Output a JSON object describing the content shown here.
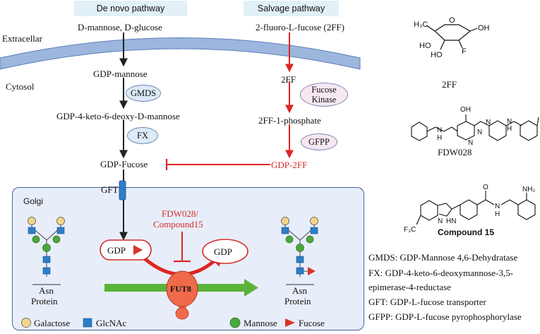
{
  "headers": {
    "de_novo": "De novo pathway",
    "salvage": "Salvage pathway"
  },
  "compartments": {
    "extracellular": "Extracellar",
    "cytosol": "Cytosol",
    "golgi": "Golgi"
  },
  "de_novo": {
    "start": "D-mannose, D-glucose",
    "gdp_mannose": "GDP-mannose",
    "enzyme1": "GMDS",
    "intermediate": "GDP-4-keto-6-deoxy-D-mannose",
    "enzyme2": "FX",
    "gdp_fucose": "GDP-Fucose"
  },
  "salvage": {
    "start": "2-fluoro-L-fucose (2FF)",
    "ff": "2FF",
    "enzyme1_line1": "Fucose",
    "enzyme1_line2": "Kinase",
    "ff_phosphate": "2FF-1-phosphate",
    "enzyme2": "GFPP",
    "gdp_2ff": "GDP-2FF"
  },
  "golgi": {
    "transporter": "GFT",
    "inhibitor_line1": "FDW028/",
    "inhibitor_line2": "Compound15",
    "gdp_fucose_label": "GDP",
    "gdp_label": "GDP",
    "enzyme": "FUT8",
    "asn_left": "Asn",
    "protein_left": "Protein",
    "asn_right": "Asn",
    "protein_right": "Protein"
  },
  "structures": {
    "ff_label": "2FF",
    "ff_ch3": "H₃C",
    "ff_o": "O",
    "ff_oh": "OH",
    "ff_ho1": "HO",
    "ff_ho2": "HO",
    "ff_f": "F",
    "fdw_label": "FDW028",
    "fdw_oh": "OH",
    "fdw_h1": "H",
    "fdw_n1": "N",
    "fdw_n2": "N",
    "fdw_n3": "N",
    "fdw_n4": "N",
    "fdw_h2": "H",
    "fdw_n5": "N",
    "cmpd_label": "Compound 15",
    "cmpd_nh2": "NH₂",
    "cmpd_o": "O",
    "cmpd_n": "N",
    "cmpd_h": "H",
    "cmpd_n2": "N",
    "cmpd_hn": "HN",
    "cmpd_cf3": "F₃C"
  },
  "abbreviations": [
    "GMDS: GDP-Mannose 4,6-Dehydratase",
    "FX: GDP-4-keto-6-deoxymannose-3,5-",
    "epimerase-4-reductase",
    "GFT: GDP-L-fucose transporter",
    "GFPP: GDP-L-fucose pyrophosphorylase"
  ],
  "legend": {
    "galactose": "Galactose",
    "glcnac": "GlcNAc",
    "mannose": "Mannose",
    "fucose": "Fucose"
  },
  "colors": {
    "galactose": "#f3d58a",
    "glcnac": "#2d7ec8",
    "mannose": "#4aa83c",
    "fucose": "#d9342b",
    "inhibition": "#e02424",
    "membrane": "#7c9ed1",
    "golgi_fill": "#e8eef9",
    "green_arrow": "#5bb33b",
    "fut8": "#f06a4a"
  }
}
